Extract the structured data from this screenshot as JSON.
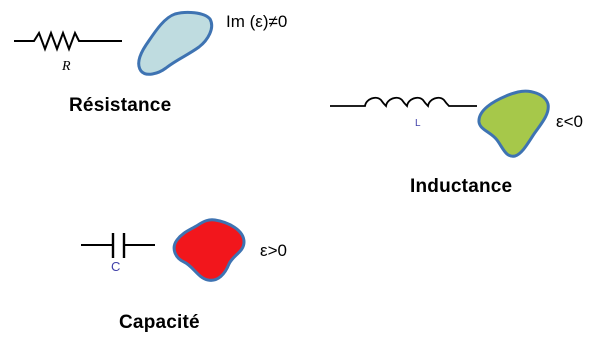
{
  "colors": {
    "blob_resistance": "#bfdce0",
    "blob_inductance": "#a6c84a",
    "blob_capacitance": "#f2161c",
    "blob_outline": "#3e73b2",
    "symbol_letter": "#3f3fa8"
  },
  "resistance": {
    "symbol_letter": "R",
    "condition": "Im (ε)≠0",
    "title": "Résistance"
  },
  "inductance": {
    "symbol_letter": "L",
    "condition": "ε<0",
    "title": "Inductance"
  },
  "capacitance": {
    "symbol_letter": "C",
    "condition": "ε>0",
    "title": "Capacité"
  }
}
